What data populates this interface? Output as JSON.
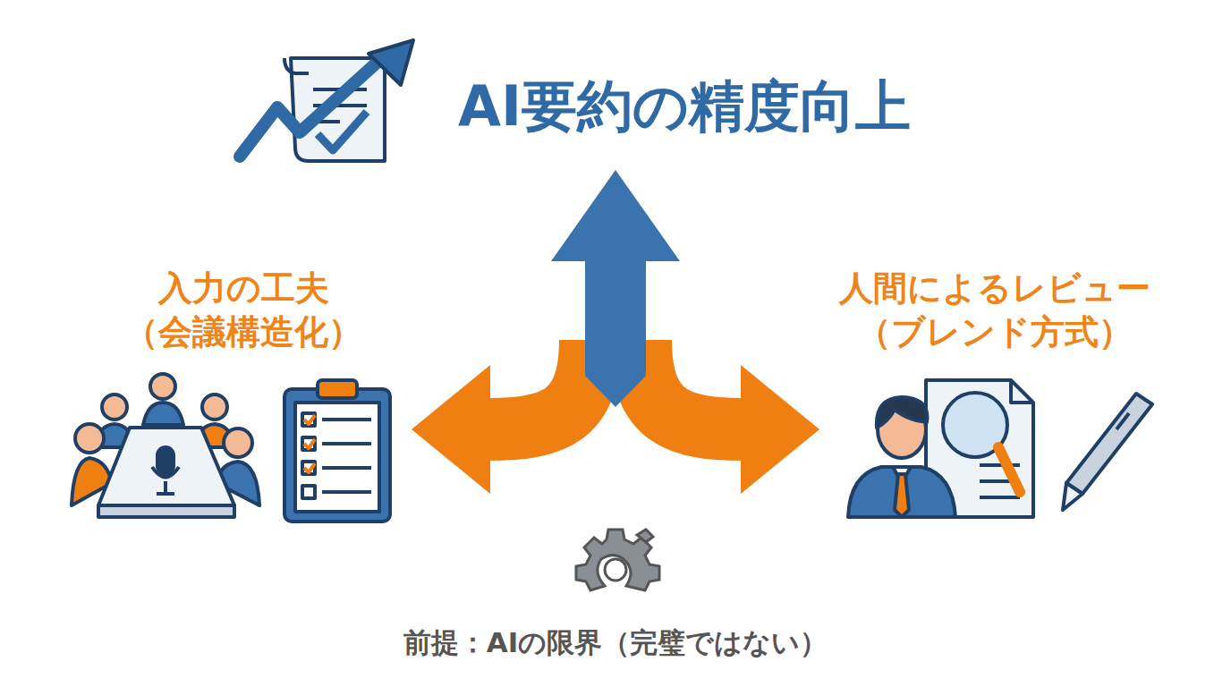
{
  "diagram": {
    "title": "AI要約の精度向上",
    "labels": [
      "入力の工夫 （会議構造化）",
      "人間によるレビュー （ブレンド方式）",
      "前提：AIの限界（完璧ではない）"
    ]
  }
}
